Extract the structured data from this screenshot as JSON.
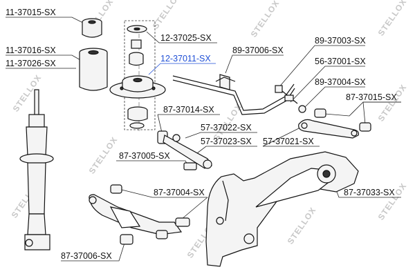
{
  "brand": {
    "watermark": "STELLOX"
  },
  "colors": {
    "highlight": "#1f4fd6",
    "ink": "#111111",
    "watermark": "#c8c8c8"
  },
  "labels": {
    "p11_37015": "11-37015-SX",
    "p11_37016": "11-37016-SX",
    "p11_37026": "11-37026-SX",
    "p12_37025": "12-37025-SX",
    "p12_37011": "12-37011-SX",
    "p89_37006": "89-37006-SX",
    "p89_37003": "89-37003-SX",
    "p56_37001": "56-37001-SX",
    "p89_37004": "89-37004-SX",
    "p87_37015": "87-37015-SX",
    "p87_37014": "87-37014-SX",
    "p57_37022": "57-37022-SX",
    "p57_37023": "57-37023-SX",
    "p57_37021": "57-37021-SX",
    "p87_37005": "87-37005-SX",
    "p87_37004": "87-37004-SX",
    "p87_37033": "87-37033-SX",
    "p87_37006": "87-37006-SX"
  }
}
